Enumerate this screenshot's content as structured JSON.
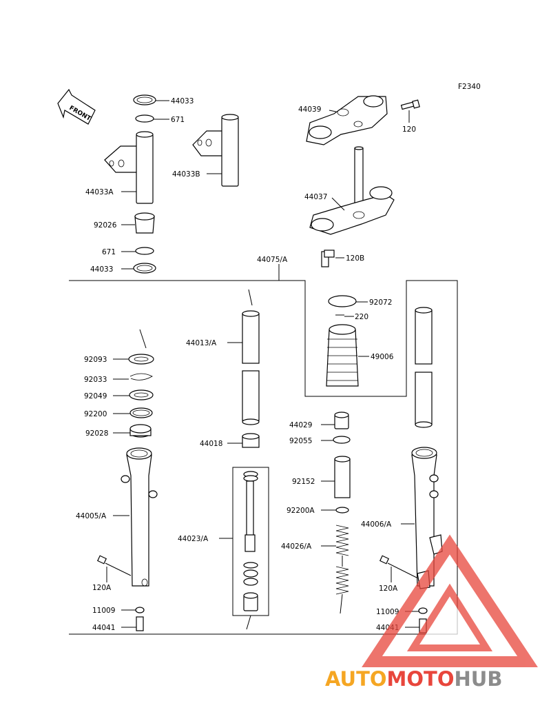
{
  "diagram": {
    "code": "F2340",
    "front_label": "FRONT",
    "labels": {
      "p44033_top": "44033",
      "p671_top": "671",
      "p44033A": "44033A",
      "p44033B": "44033B",
      "p92026": "92026",
      "p671_bottom": "671",
      "p44033_bottom": "44033",
      "p44039": "44039",
      "p120": "120",
      "p44037": "44037",
      "p120B": "120B",
      "p44075A": "44075/A",
      "p92072": "92072",
      "p220": "220",
      "p49006": "49006",
      "p44013A": "44013/A",
      "p44018": "44018",
      "p92093": "92093",
      "p92033": "92033",
      "p92049": "92049",
      "p92200": "92200",
      "p92028": "92028",
      "p44005A": "44005/A",
      "p120A_left": "120A",
      "p11009_left": "11009",
      "p44041_left": "44041",
      "p44023A": "44023/A",
      "p44029": "44029",
      "p92055": "92055",
      "p92152": "92152",
      "p92200A": "92200A",
      "p44026A": "44026/A",
      "p44006A": "44006/A",
      "p120A_right": "120A",
      "p11009_right": "11009",
      "p44041_right": "44041"
    }
  },
  "watermark": {
    "part1": "AUTO",
    "part2": "MOTO",
    "part3": "HUB",
    "color_orange": "#f5a623",
    "color_red": "#e8463c",
    "color_gray": "#8c8c8c"
  }
}
